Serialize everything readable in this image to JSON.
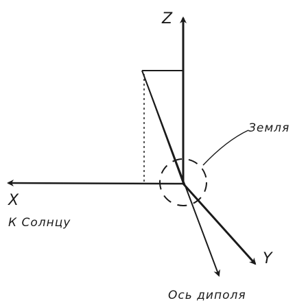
{
  "diagram": {
    "axes": {
      "z": "Z",
      "x": "X",
      "y": "Y"
    },
    "labels": {
      "to_sun": "К Солнцу",
      "earth": "Земля",
      "dipole_axis": "Ось диполя"
    },
    "colors": {
      "ink": "#1a1a1a",
      "background": "#ffffff"
    }
  }
}
